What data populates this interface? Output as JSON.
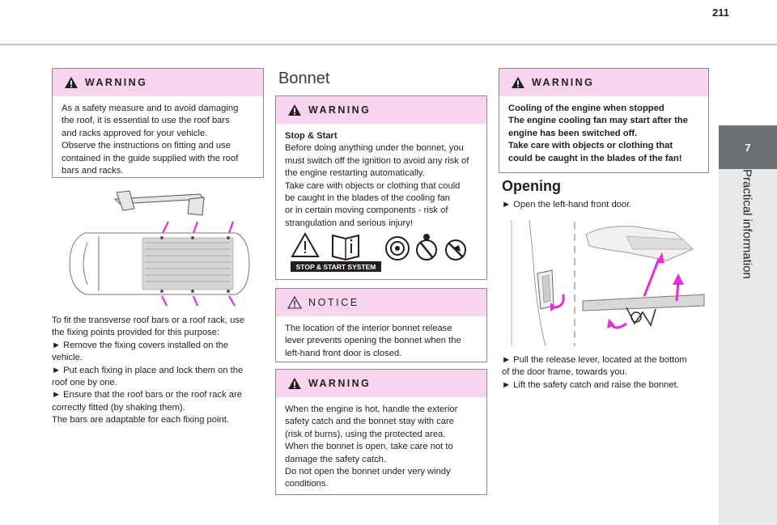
{
  "page": {
    "number": "211"
  },
  "side_tab": {
    "chapter_number": "7",
    "chapter_title": "Practical information"
  },
  "left_column": {
    "warning_box": {
      "title": "WARNING",
      "lines": [
        "As a safety measure and to avoid damaging",
        "the roof, it is essential to use the roof bars",
        "and racks approved for your vehicle.",
        "Observe the instructions on fitting and use",
        "contained in the guide supplied with the roof",
        "bars and racks."
      ]
    },
    "text_lines": [
      "To fit the transverse roof bars or a roof rack, use",
      "the fixing points provided for this purpose:",
      "► Remove the fixing covers installed on the",
      "vehicle.",
      "► Put each fixing in place and lock them on the",
      "roof one by one.",
      "► Ensure that the roof bars or the roof rack are",
      "correctly fitted (by shaking them).",
      "The bars are adaptable for each fixing point."
    ]
  },
  "middle_column": {
    "heading": "Bonnet",
    "warning_box_1": {
      "title": "WARNING",
      "subtitle": "Stop & Start",
      "lines": [
        "Before doing anything under the bonnet, you",
        "must switch off the ignition to avoid any risk of",
        "the engine restarting automatically.",
        "Take care with objects or clothing that could",
        "be caught in the blades of the cooling fan",
        "or in certain moving components - risk of",
        "strangulation and serious injury!"
      ],
      "symbol_banner": "STOP & START SYSTEM"
    },
    "notice_box": {
      "title": "NOTICE",
      "lines": [
        "The location of the interior bonnet release",
        "lever prevents opening the bonnet when the",
        "left-hand front door is closed."
      ]
    },
    "warning_box_2": {
      "title": "WARNING",
      "lines": [
        "When the engine is hot, handle the exterior",
        "safety catch and the bonnet stay with care",
        "(risk of burns), using the protected area.",
        "When the bonnet is open, take care not to",
        "damage the safety catch.",
        "Do not open the bonnet under very windy",
        "conditions."
      ]
    }
  },
  "right_column": {
    "warning_box": {
      "title": "WARNING",
      "lines": [
        "Cooling of the engine when stopped",
        "The engine cooling fan may start after the",
        "engine has been switched off.",
        "Take care with objects or clothing that",
        "could be caught in the blades of the fan!"
      ]
    },
    "heading": "Opening",
    "step1": "► Open the left-hand front door.",
    "steps_after": [
      "► Pull the release lever, located at the bottom",
      "of the door frame, towards you.",
      "► Lift the safety catch and raise the bonnet."
    ]
  },
  "colors": {
    "warning_header": "#f9d4ef",
    "arrow_magenta": "#e52fd3",
    "tab_grey": "#6b7173"
  }
}
